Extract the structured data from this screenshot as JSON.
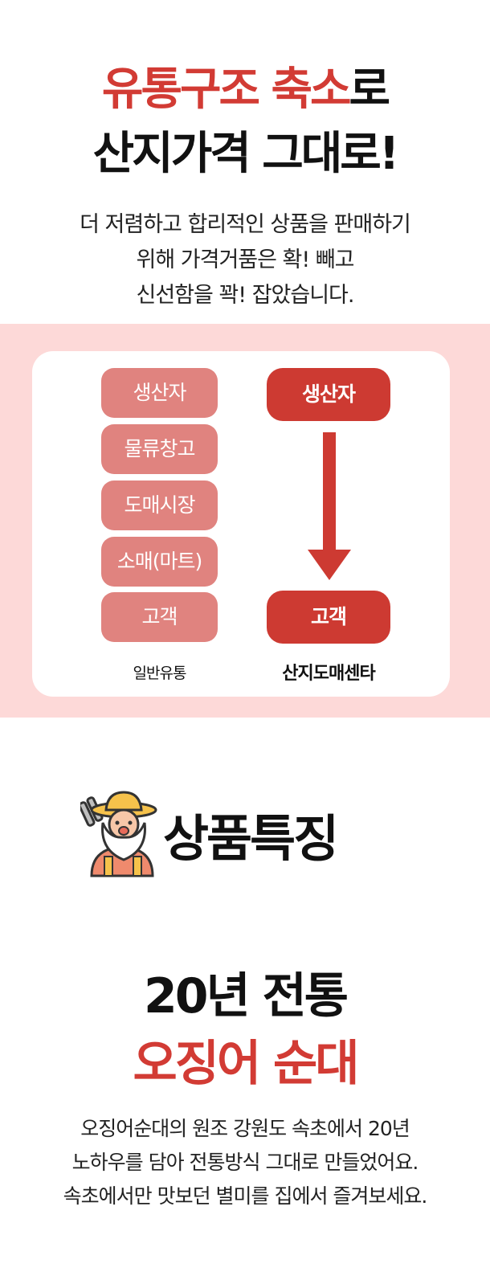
{
  "hero": {
    "title_line1_red": "유통구조 축소",
    "title_line1_dark": "로",
    "title_line2": "산지가격 그대로!",
    "desc_line1": "더 저렴하고 합리적인 상품을 판매하기",
    "desc_line2": "위해 가격거품은 확! 빼고",
    "desc_line3": "신선함을 꽉! 잡았습니다."
  },
  "flow": {
    "general": {
      "steps": [
        "생산자",
        "물류창고",
        "도매시장",
        "소매(마트)",
        "고객"
      ],
      "label": "일반유통"
    },
    "direct": {
      "steps": [
        "생산자",
        "고객"
      ],
      "label": "산지도매센타"
    }
  },
  "feature": {
    "title": "상품특징",
    "mascot_icon": "farmer-mascot-icon"
  },
  "product": {
    "title_line1": "20년 전통",
    "title_line2": "오징어 순대",
    "desc_line1": "오징어순대의 원조 강원도 속초에서 20년",
    "desc_line2": "노하우를 담아 전통방식 그대로 만들었어요.",
    "desc_line3": "속초에서만 맛보던 별미를 집에서 즐겨보세요."
  },
  "colors": {
    "accent_red": "#d23b34",
    "pill_light": "#e0837f",
    "pill_strong": "#cd3a32",
    "band_pink": "#fdd9d8"
  }
}
